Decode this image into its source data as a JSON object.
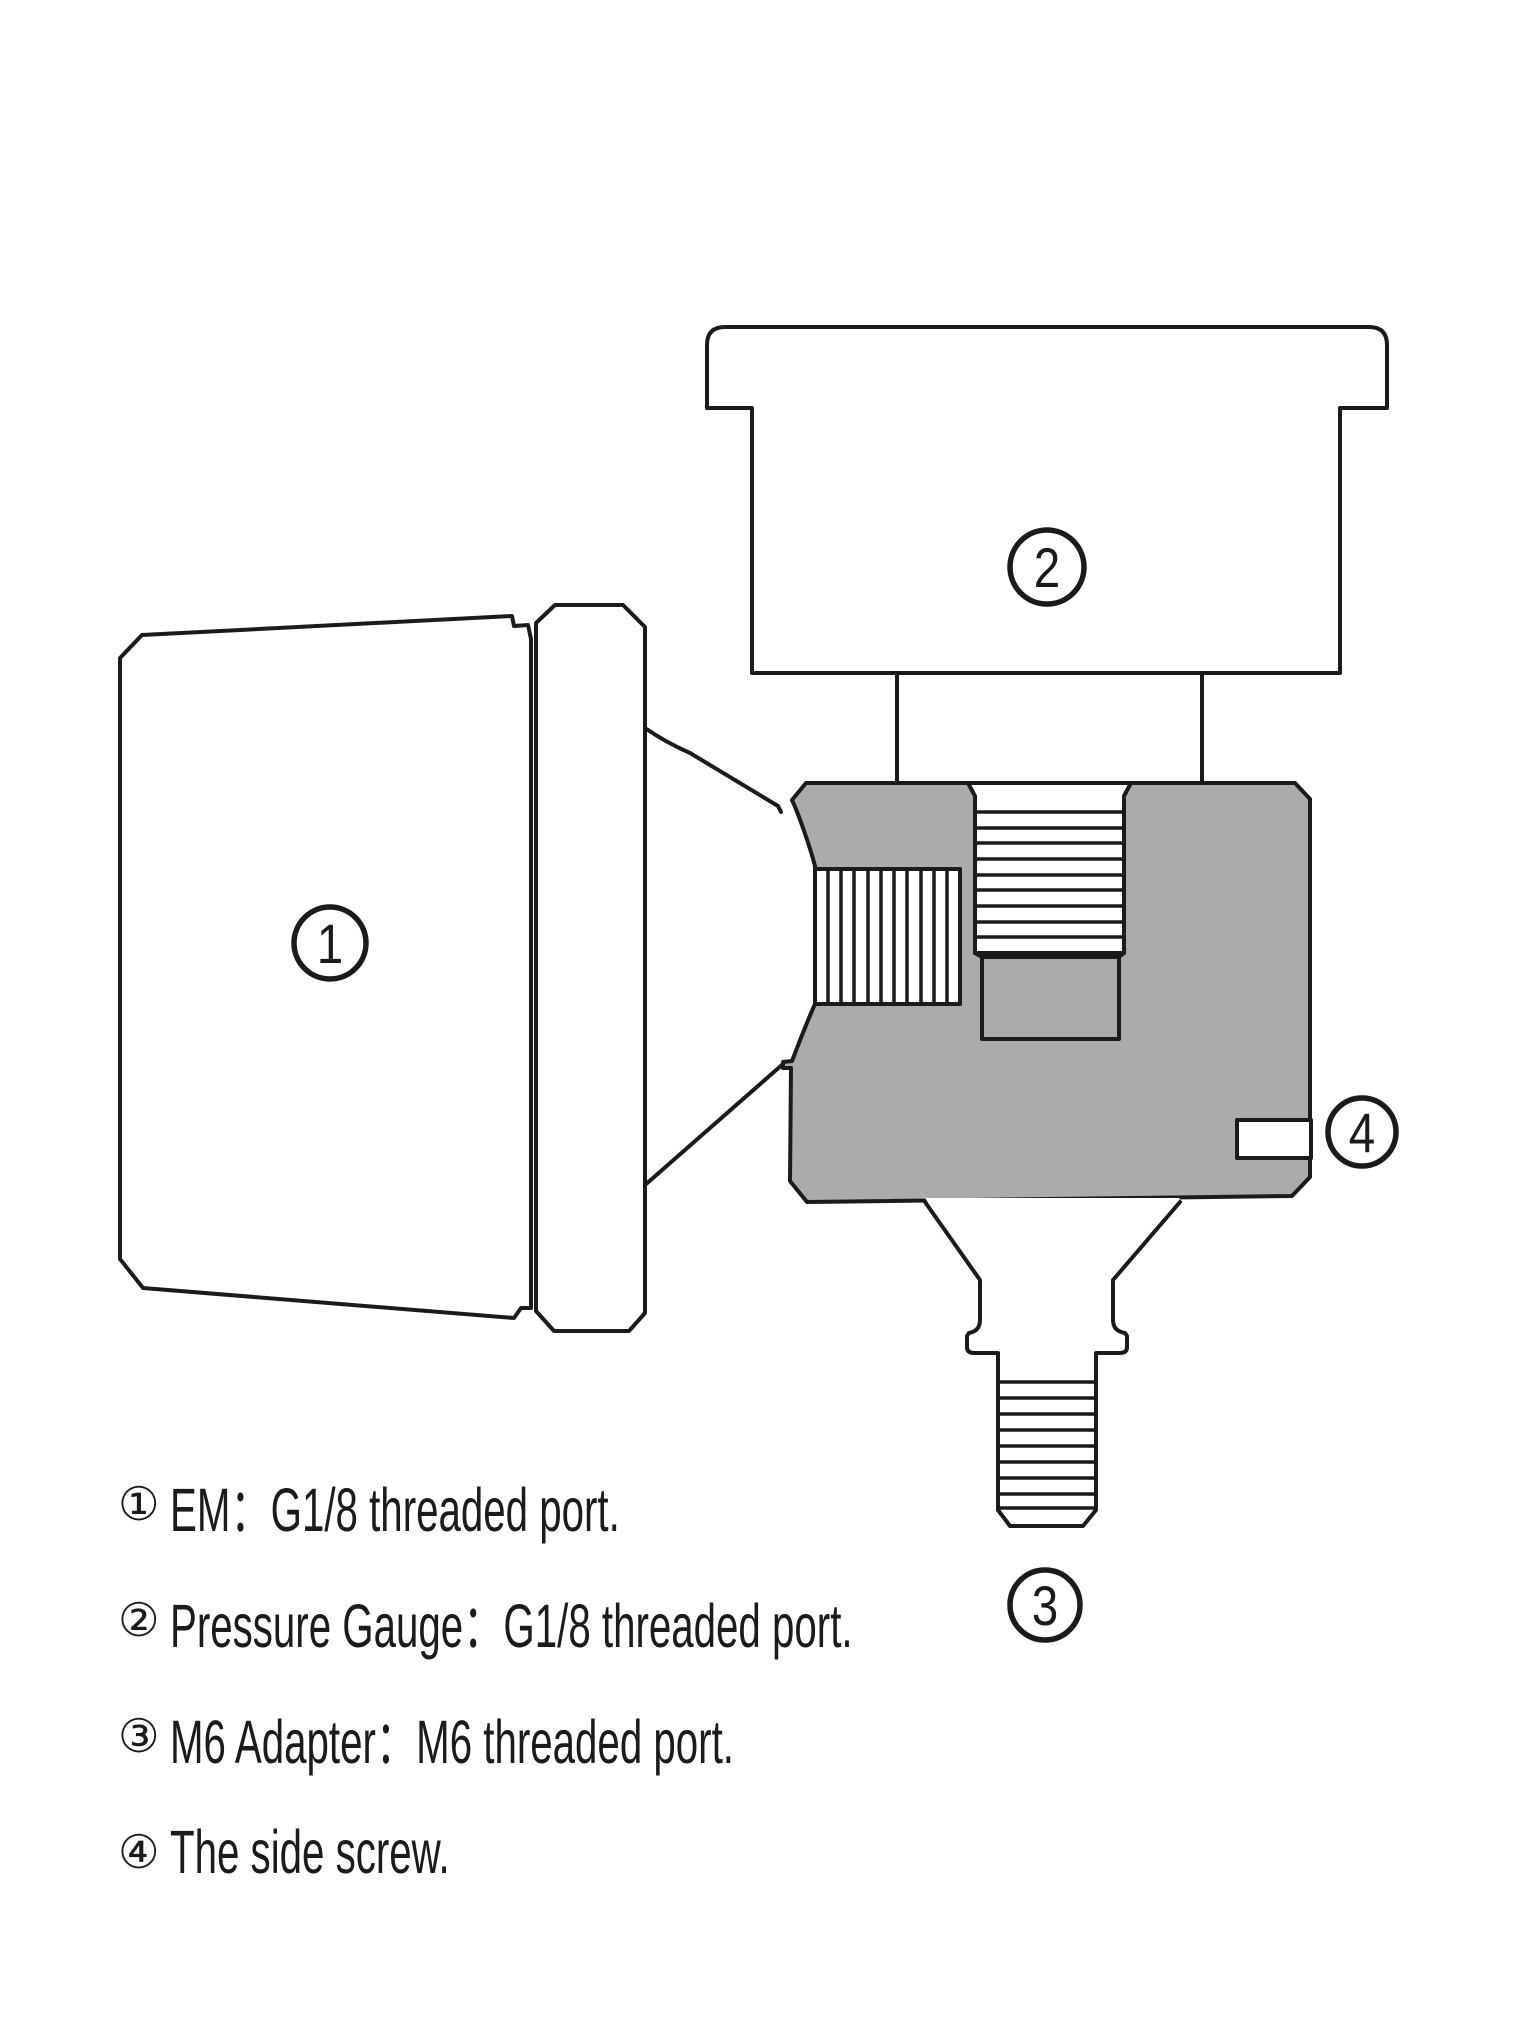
{
  "colors": {
    "background": "#FFFFFF",
    "line": "#1B1B1B",
    "block_fill": "#ABABAB"
  },
  "callouts": {
    "em": "1",
    "pressure_gauge": "2",
    "m6_adapter": "3",
    "side_screw": "4"
  },
  "legend": {
    "items": [
      {
        "marker": "①",
        "text": "EM：G1/8 threaded port."
      },
      {
        "marker": "②",
        "text": "Pressure Gauge：G1/8 threaded port."
      },
      {
        "marker": "③",
        "text": "M6 Adapter：M6 threaded port."
      },
      {
        "marker": "④",
        "text": "The side screw."
      }
    ]
  }
}
